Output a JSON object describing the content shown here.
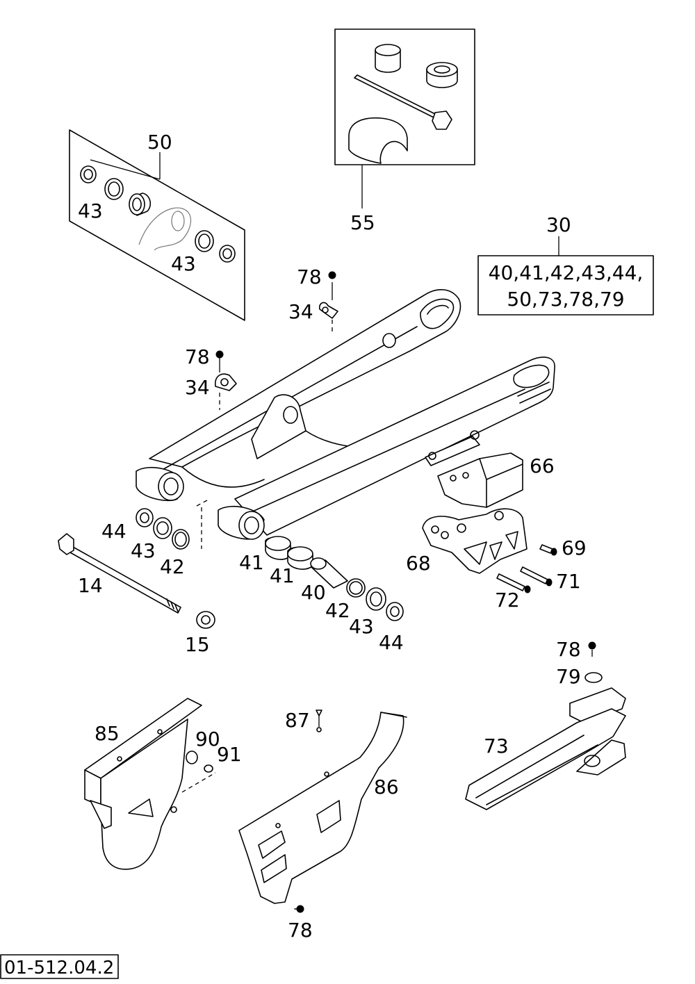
{
  "diagram_code": "01-512.04.2",
  "parts": {
    "p50": "50",
    "p43a": "43",
    "p43b": "43",
    "p55": "55",
    "p30": "30",
    "kit_line1": "40,41,42,43,44,",
    "kit_line2": "50,73,78,79",
    "p78a": "78",
    "p34a": "34",
    "p78b": "78",
    "p34b": "34",
    "p66": "66",
    "p68": "68",
    "p69": "69",
    "p71": "71",
    "p72": "72",
    "p44a": "44",
    "p43c": "43",
    "p42a": "42",
    "p14": "14",
    "p15": "15",
    "p41a": "41",
    "p41b": "41",
    "p40": "40",
    "p42b": "42",
    "p43d": "43",
    "p44b": "44",
    "p78c": "78",
    "p79": "79",
    "p73": "73",
    "p85": "85",
    "p90": "90",
    "p91": "91",
    "p87": "87",
    "p86": "86",
    "p78d": "78"
  }
}
